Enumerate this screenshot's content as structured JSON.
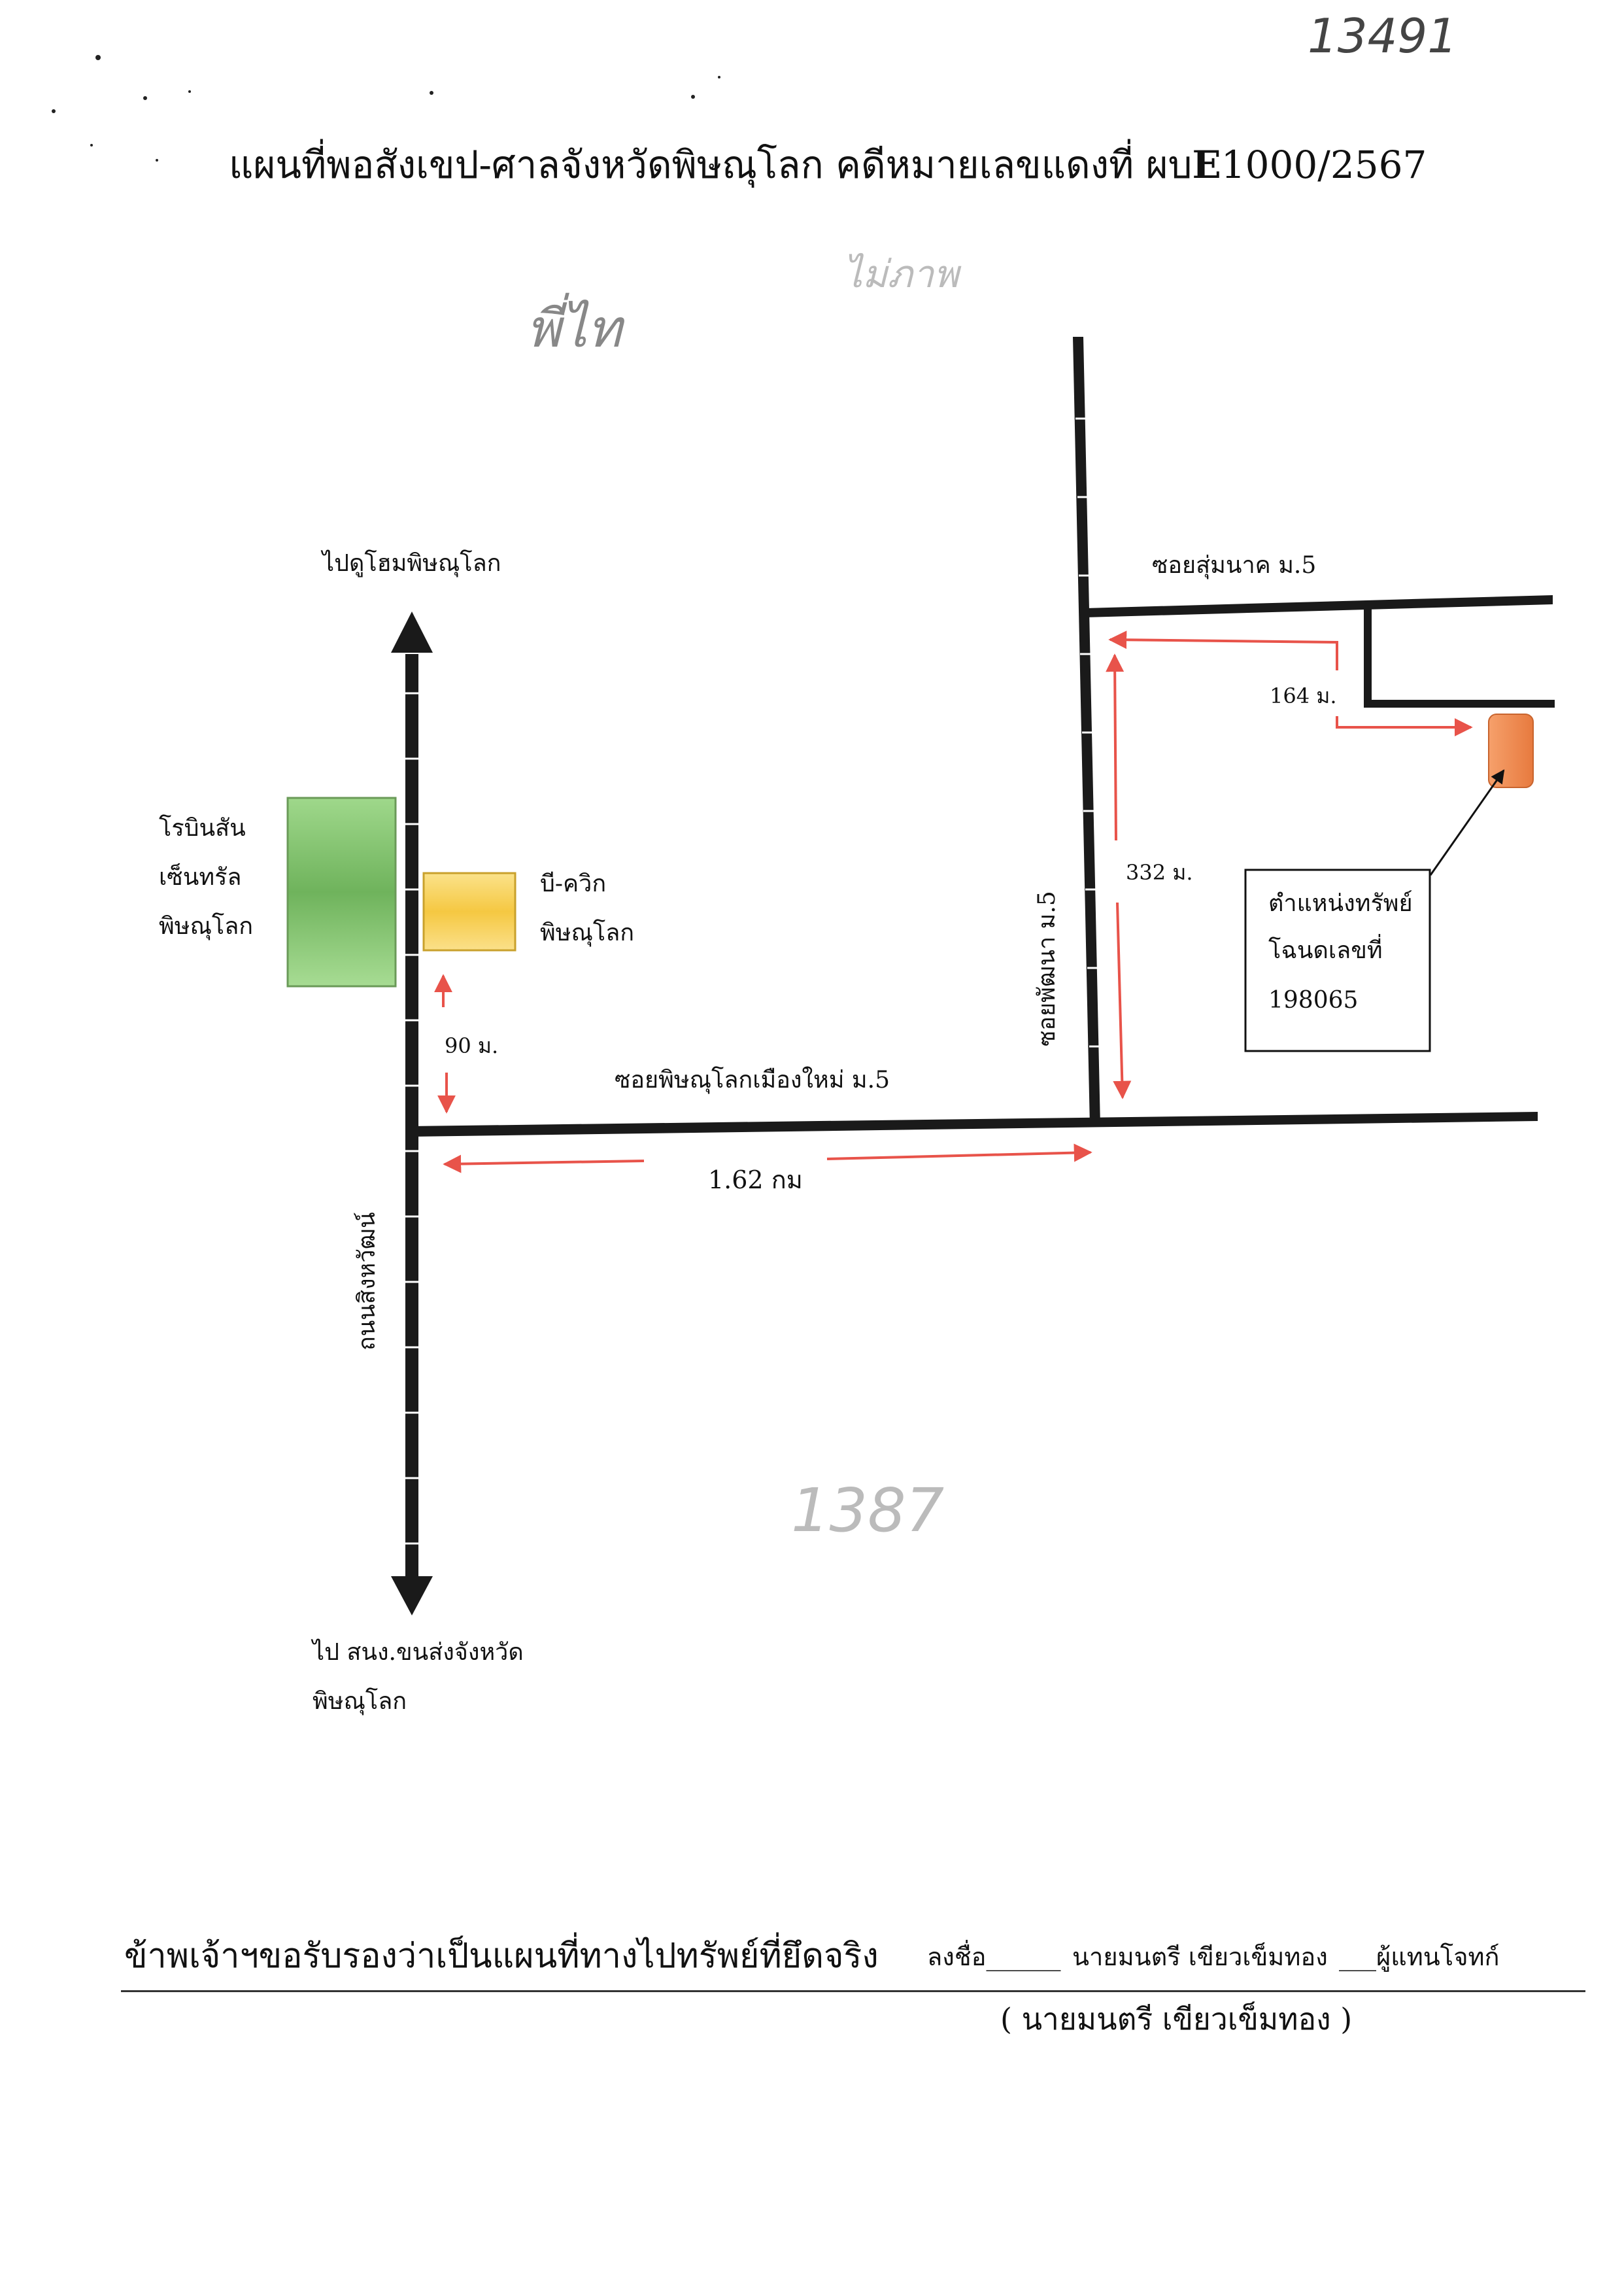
{
  "handwriting": {
    "page_number": "13491",
    "note_top": "พี่ไท",
    "note_top_faint": "ไม่ภาพ",
    "note_middle": "1387"
  },
  "title": {
    "prefix": "แผนที่พอสังเขป-ศาลจังหวัดพิษณุโลก คดีหมายเลขแดงที่ ผบ",
    "letter": "E",
    "case_number": "1000/2567"
  },
  "map": {
    "directions": {
      "north": "ไปดูโฮมพิษณุโลก",
      "south_line1": "ไป สนง.ขนส่งจังหวัด",
      "south_line2": "พิษณุโลก"
    },
    "roads": {
      "main_road": "ถนนสิงหวัฒน์",
      "horizontal_soi": "ซอยพิษณุโลกเมืองใหม่ ม.5",
      "vertical_soi": "ซอยพัฒนา ม.5",
      "top_soi": "ซอยสุ่มนาค ม.5"
    },
    "landmarks": {
      "robinson_line1": "โรบินสัน",
      "robinson_line2": "เซ็นทรัล",
      "robinson_line3": "พิษณุโลก",
      "bquik_line1": "บี-ควิก",
      "bquik_line2": "พิษณุโลก"
    },
    "distances": {
      "d90": "90 ม.",
      "d162": "1.62 กม",
      "d332": "332 ม.",
      "d164": "164 ม."
    },
    "property_box": {
      "line1": "ตำแหน่งทรัพย์",
      "line2": "โฉนดเลขที่",
      "line3": "198065"
    },
    "colors": {
      "road": "#1a1a1a",
      "arrow": "#e8534a",
      "robinson": "#7fbf6a",
      "bquik": "#f5c842",
      "property": "#f08a4b"
    }
  },
  "certification": {
    "statement": "ข้าพเจ้าฯขอรับรองว่าเป็นแผนที่ทางไปทรัพย์ที่ยึดจริง",
    "sign_label": "ลงชื่อ______",
    "signer": "นายมนตรี เขียวเข็มทอง",
    "role": "___ผู้แทนโจทก์",
    "printed_name": "( นายมนตรี เขียวเข็มทอง )"
  }
}
